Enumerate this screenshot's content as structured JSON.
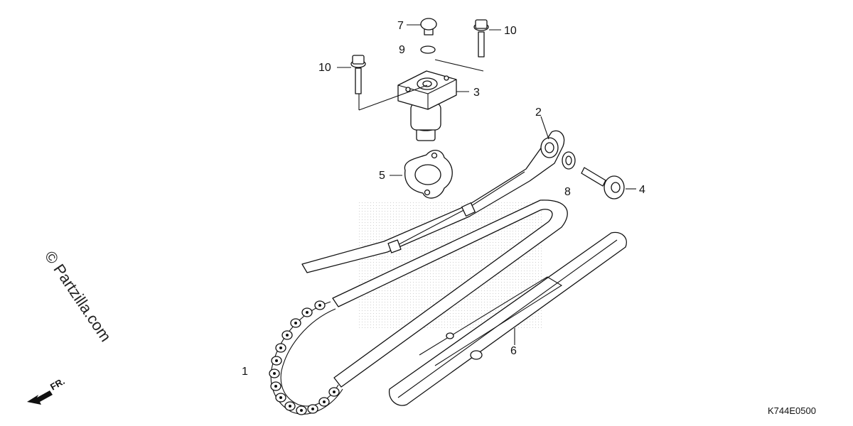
{
  "callouts": [
    {
      "id": "chain",
      "number": "1"
    },
    {
      "id": "arm",
      "number": "2"
    },
    {
      "id": "lifter",
      "number": "3"
    },
    {
      "id": "pivot-bolt",
      "number": "4"
    },
    {
      "id": "gasket",
      "number": "5"
    },
    {
      "id": "guide",
      "number": "6"
    },
    {
      "id": "sealing-bolt",
      "number": "7"
    },
    {
      "id": "washer-8",
      "number": "8"
    },
    {
      "id": "o-ring-9",
      "number": "9"
    },
    {
      "id": "bolt-left",
      "number": "10"
    },
    {
      "id": "bolt-right",
      "number": "10"
    }
  ],
  "diagram_code": "K744E0500",
  "watermark": "© Partzilla.com",
  "direction_label": "FR."
}
